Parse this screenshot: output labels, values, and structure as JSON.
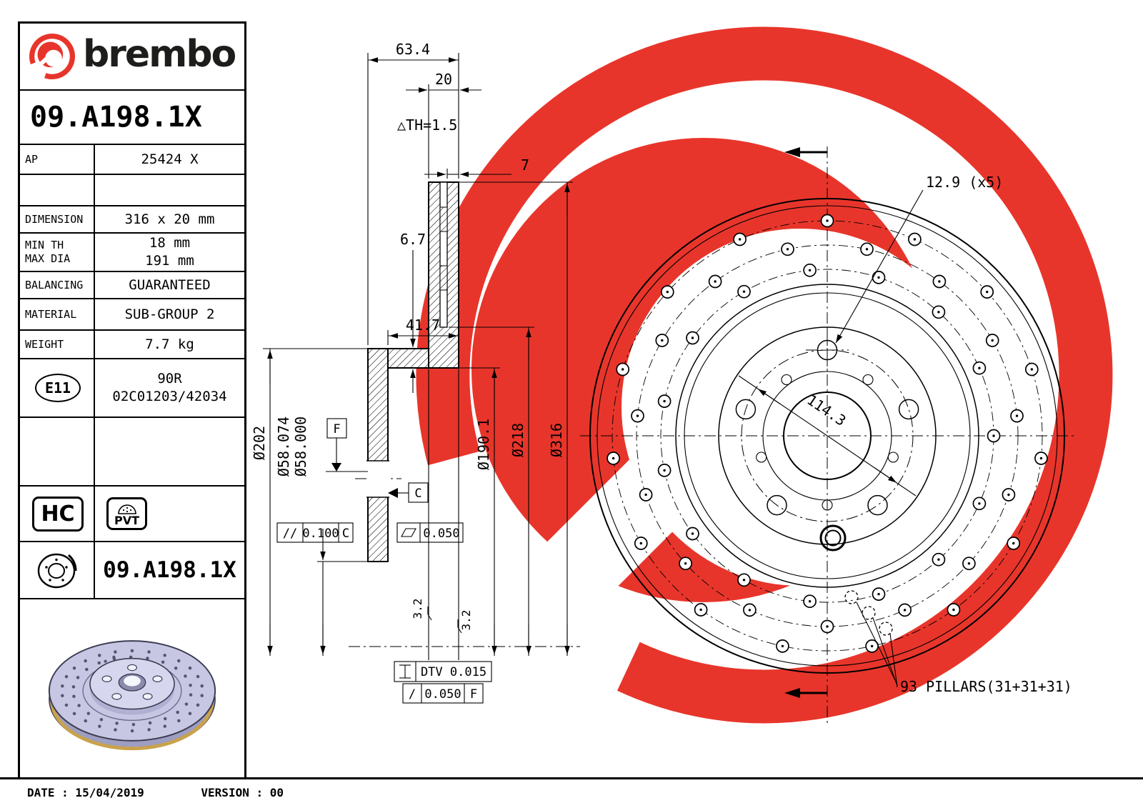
{
  "colors": {
    "brand_red": "#e8352b",
    "line_black": "#000000",
    "render_body": "#c7c7e4",
    "render_rim_accent": "#c9a24b"
  },
  "sidebar": {
    "brand": "brembo",
    "part_number": "09.A198.1X",
    "ap": {
      "label": "AP",
      "value": "25424 X"
    },
    "specs": [
      {
        "label": "DIMENSION",
        "value": "316 x 20 mm"
      },
      {
        "label": "MIN TH",
        "value": "18 mm"
      },
      {
        "label": "MAX DIA",
        "value": "191 mm"
      },
      {
        "label": "BALANCING",
        "value": "GUARANTEED"
      },
      {
        "label": "MATERIAL",
        "value": "SUB-GROUP 2"
      },
      {
        "label": "WEIGHT",
        "value": "7.7 kg"
      }
    ],
    "homologation": {
      "mark": "E11",
      "line1": "90R",
      "line2": "02C01203/42034"
    },
    "badges": {
      "hc": "HC",
      "pvt": "PVT"
    },
    "boxed_part_number": "09.A198.1X"
  },
  "footer": {
    "date": "DATE : 15/04/2019",
    "version": "VERSION : 00"
  },
  "section_view": {
    "dims": {
      "total_width": "63.4",
      "thickness": "20",
      "th_note": "△TH=1.5",
      "plate": "7",
      "vent_wall": "6.7",
      "inner_width": "41.7",
      "dia_hat": "Ø202",
      "dia_bore_max": "Ø58.074",
      "dia_bore_min": "Ø58.000",
      "dia_inner": "Ø190.1",
      "dia_vent": "Ø218",
      "dia_outer": "Ø316",
      "roughness_1": "3.2",
      "roughness_2": "3.2"
    },
    "datums": {
      "f": "F",
      "c": "C"
    },
    "tolerances": {
      "parallelism": {
        "symbol": "//",
        "value": "0.100",
        "datum": "C"
      },
      "flatness": {
        "value": "0.050"
      },
      "dtv": {
        "label": "DTV 0.015"
      },
      "runout": {
        "symbol": "/",
        "value": "0.050",
        "datum": "F"
      }
    }
  },
  "front_view": {
    "bolt_holes": "12.9 (x5)",
    "pcd": "114.3",
    "pillars": "93 PILLARS(31+31+31)",
    "drill_pattern": {
      "rows": [
        {
          "r": 301,
          "n": 15,
          "offset": 6
        },
        {
          "r": 267,
          "n": 15,
          "offset": 18
        },
        {
          "r": 233,
          "n": 15,
          "offset": 0
        }
      ],
      "hole_r": 8.5
    }
  }
}
